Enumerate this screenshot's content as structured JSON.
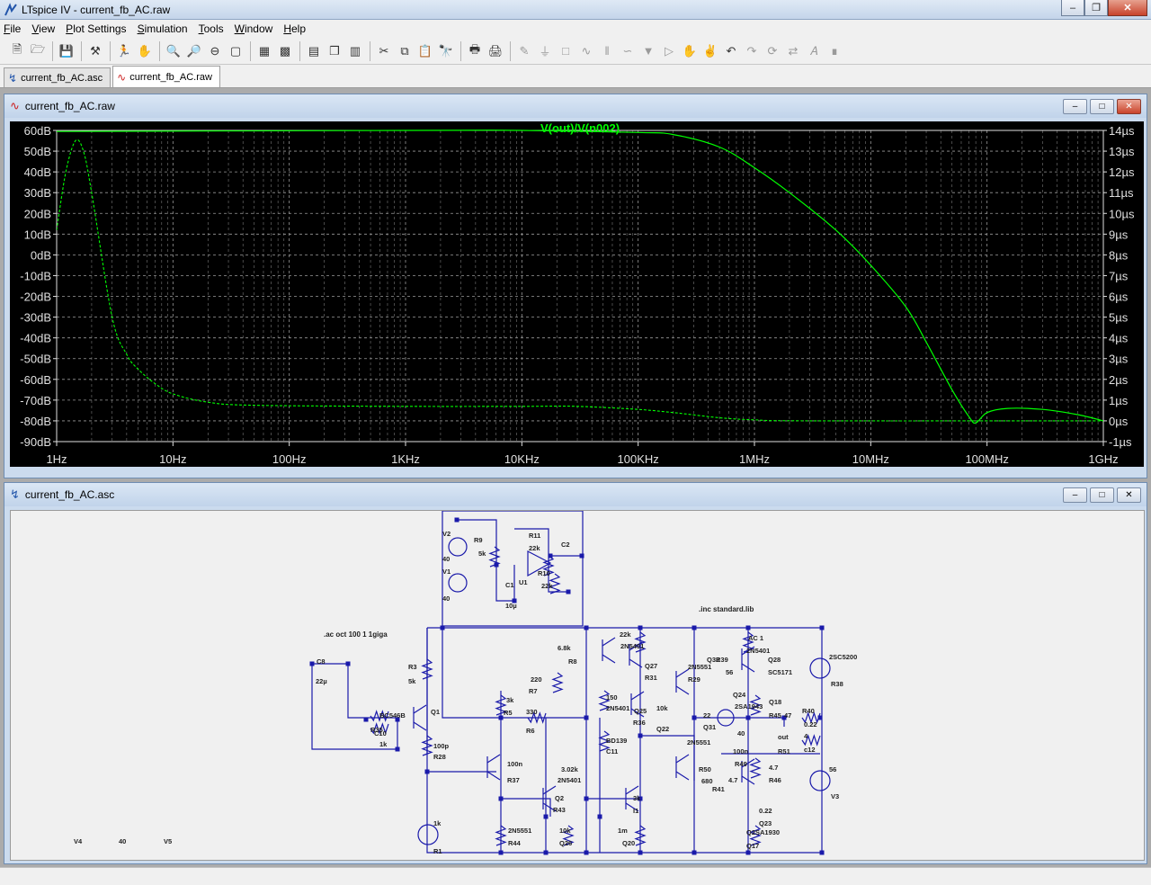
{
  "window": {
    "title": "LTspice IV - current_fb_AC.raw",
    "app_icon": "ltspice-icon"
  },
  "menu": [
    {
      "label": "File",
      "key": "F"
    },
    {
      "label": "View",
      "key": "V"
    },
    {
      "label": "Plot Settings",
      "key": "P"
    },
    {
      "label": "Simulation",
      "key": "S"
    },
    {
      "label": "Tools",
      "key": "T"
    },
    {
      "label": "Window",
      "key": "W"
    },
    {
      "label": "Help",
      "key": "H"
    }
  ],
  "tabs": [
    {
      "label": "current_fb_AC.asc",
      "icon": "schematic-icon",
      "active": false
    },
    {
      "label": "current_fb_AC.raw",
      "icon": "waveform-icon",
      "active": true
    }
  ],
  "plot_window": {
    "title": "current_fb_AC.raw",
    "trace_label": "V(out)/V(n002)",
    "trace_color": "#00ff00"
  },
  "schematic_window": {
    "title": "current_fb_AC.asc"
  },
  "chart_data": {
    "type": "line",
    "title": "V(out)/V(n002)",
    "x_scale": "log",
    "x_ticks": [
      "1Hz",
      "10Hz",
      "100Hz",
      "1KHz",
      "10KHz",
      "100KHz",
      "1MHz",
      "10MHz",
      "100MHz",
      "1GHz"
    ],
    "y_left_ticks": [
      "60dB",
      "50dB",
      "40dB",
      "30dB",
      "20dB",
      "10dB",
      "0dB",
      "-10dB",
      "-20dB",
      "-30dB",
      "-40dB",
      "-50dB",
      "-60dB",
      "-70dB",
      "-80dB",
      "-90dB"
    ],
    "y_right_ticks": [
      "14µs",
      "13µs",
      "12µs",
      "11µs",
      "10µs",
      "9µs",
      "8µs",
      "7µs",
      "6µs",
      "5µs",
      "4µs",
      "3µs",
      "2µs",
      "1µs",
      "0µs",
      "-1µs"
    ],
    "ylim_left_db": [
      -90,
      60
    ],
    "ylim_right_us": [
      -1,
      14
    ],
    "grid": true,
    "series": [
      {
        "name": "magnitude (dB)",
        "style": "solid",
        "color": "#00ff00",
        "points": [
          [
            1,
            59.5
          ],
          [
            1000.0,
            60
          ],
          [
            10000.0,
            60
          ],
          [
            100000.0,
            59
          ],
          [
            200000.0,
            58
          ],
          [
            500000.0,
            52
          ],
          [
            1000000.0,
            42
          ],
          [
            2000000.0,
            30
          ],
          [
            5000000.0,
            12
          ],
          [
            10000000.0,
            -5
          ],
          [
            20000000.0,
            -25
          ],
          [
            30000000.0,
            -42
          ],
          [
            50000000.0,
            -65
          ],
          [
            70000000.0,
            -78
          ],
          [
            80000000.0,
            -81
          ],
          [
            100000000.0,
            -76
          ],
          [
            150000000.0,
            -74
          ],
          [
            300000000.0,
            -74.5
          ],
          [
            600000000.0,
            -77
          ],
          [
            1000000000.0,
            -80
          ]
        ]
      },
      {
        "name": "group delay (µs)",
        "style": "dashed",
        "color": "#00ff00",
        "points": [
          [
            1,
            9.2
          ],
          [
            1.2,
            12
          ],
          [
            1.45,
            13.5
          ],
          [
            1.7,
            13
          ],
          [
            2,
            11
          ],
          [
            3,
            5
          ],
          [
            4,
            3.2
          ],
          [
            5,
            2.5
          ],
          [
            7,
            1.8
          ],
          [
            10,
            1.3
          ],
          [
            20,
            0.9
          ],
          [
            50,
            0.75
          ],
          [
            1000.0,
            0.7
          ],
          [
            10000.0,
            0.7
          ],
          [
            30000.0,
            0.7
          ],
          [
            100000.0,
            0.55
          ],
          [
            200000.0,
            0.4
          ],
          [
            500000.0,
            0.15
          ],
          [
            1000000.0,
            0.05
          ],
          [
            3000000.0,
            0
          ],
          [
            1000000000.0,
            0
          ]
        ]
      }
    ]
  },
  "schematic": {
    "directives": [
      ".ac oct 100 1 1giga",
      ".inc standard.lib"
    ],
    "labels": [
      "V2",
      "40",
      "V1",
      "40",
      "R9",
      "5k",
      "R11",
      "22k",
      "C2",
      "R10",
      "22k",
      "U1",
      "C1",
      "10µ",
      "C8",
      "22µ",
      "R3",
      "5k",
      "Q1",
      "BC546B",
      "R35",
      "1k",
      "C10",
      "100p",
      "R28",
      "3k",
      "R5",
      "330",
      "R6",
      "220",
      "R7",
      "6.8k",
      "R8",
      "22k",
      "2N5401",
      "Q27",
      "R31",
      "150",
      "2N5401",
      "Q25",
      "R36",
      "10k",
      "Q22",
      "BD139",
      "C11",
      "100n",
      "R37",
      "3.02k",
      "2N5401",
      "Q2",
      "R43",
      "10k",
      "Q26",
      "2N5551",
      "R44",
      "1k",
      "R1",
      "3k",
      "I1",
      "1m",
      "Q20",
      "2N5551",
      "R29",
      "22",
      "Q31",
      "2N5551",
      "R50",
      "680",
      "AC 1",
      "2N5401",
      "Q32",
      "R39",
      "56",
      "Q28",
      "SC5171",
      "Q24",
      "2SA1943",
      "Q18",
      "R45",
      "47",
      "R40",
      "0.22",
      "out",
      "R51",
      "4",
      "c12",
      "100n",
      "R49",
      "4.7",
      "R46",
      "4.7",
      "R41",
      "0.22",
      "Q23",
      "Q2SA1930",
      "Q17",
      "2SC5200",
      "R38",
      "56",
      "V3",
      "40",
      "V4",
      "40",
      "V5"
    ]
  }
}
